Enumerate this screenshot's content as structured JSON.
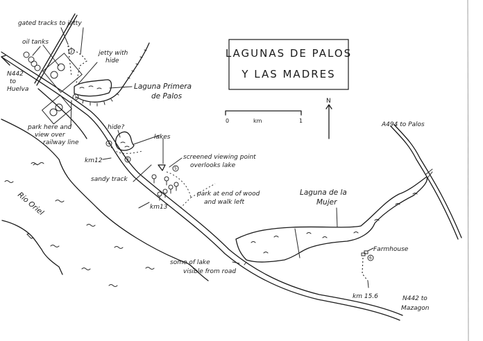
{
  "map": {
    "title_line1": "LAGUNAS DE PALOS",
    "title_line2": "Y LAS MADRES",
    "scale": {
      "start": "0",
      "unit": "km",
      "end": "1"
    },
    "north_label": "N",
    "labels": {
      "gated_tracks": "gated tracks to jetty",
      "oil_tanks": "oil tanks",
      "jetty_line1": "jetty with",
      "jetty_line2": "hide",
      "n442_huelva_line1": "N442",
      "n442_huelva_line2": "to",
      "n442_huelva_line3": "Huelva",
      "laguna_primera_line1": "Laguna Primera",
      "laguna_primera_line2": "de Palos",
      "park_here_line1": "park here and",
      "park_here_line2": "view over",
      "park_here_line3": "railway line",
      "hide_q": "hide?",
      "lakes": "lakes",
      "km12": "km12",
      "screened_line1": "screened viewing point",
      "screened_line2": "overlooks lake",
      "sandy_track": "sandy track",
      "park_wood_line1": "park at end of wood",
      "park_wood_line2": "and walk left",
      "km13": "km13",
      "rio_oriel": "Rio Oriel",
      "some_lake_line1": "some of lake",
      "some_lake_line2": "visible from road",
      "laguna_mujer_line1": "Laguna de la",
      "laguna_mujer_line2": "Mujer",
      "a494": "A494 to Palos",
      "farmhouse": "Farmhouse",
      "km156": "km 15.6",
      "n442_mazagon_line1": "N442 to",
      "n442_mazagon_line2": "Mazagon"
    },
    "point_markers": [
      "1",
      "2",
      "3",
      "4",
      "5",
      "6"
    ]
  }
}
